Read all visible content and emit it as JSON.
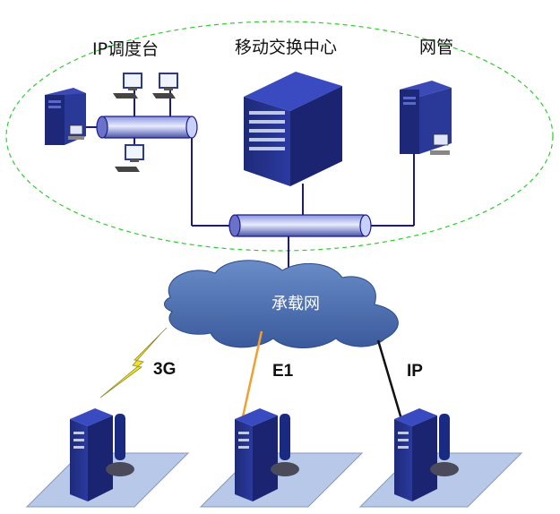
{
  "labels": {
    "ip_dispatch": "IP调度台",
    "mobile_switching_center": "移动交换中心",
    "network_management": "网管",
    "bearer_network": "承载网",
    "link_3g": "3G",
    "link_e1": "E1",
    "link_ip": "IP"
  },
  "icons": {
    "server": "tower-server-icon",
    "workstation": "pc-workstation-icon",
    "switch_center": "switching-center-icon",
    "base_station": "base-station-icon",
    "wireless": "lightning-bolt-icon",
    "cloud": "cloud-icon"
  },
  "colors": {
    "zone_border": "#2ecc2e",
    "line_blue": "#1a1a8c",
    "link_e1": "#f0a030",
    "link_ip": "#111111",
    "cloud_fill": "#4a6fb0",
    "platform_fill": "#b8c8e8",
    "lightning": "#f5e020"
  }
}
